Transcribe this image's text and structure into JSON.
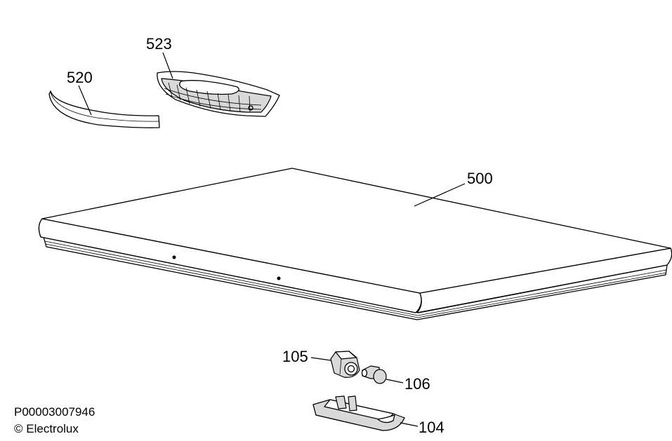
{
  "diagram": {
    "labels": {
      "part_520": "520",
      "part_523": "523",
      "part_500": "500",
      "part_105": "105",
      "part_106": "106",
      "part_104": "104"
    }
  },
  "footer": {
    "doc_number": "P00003007946",
    "copyright": "© Electrolux"
  }
}
